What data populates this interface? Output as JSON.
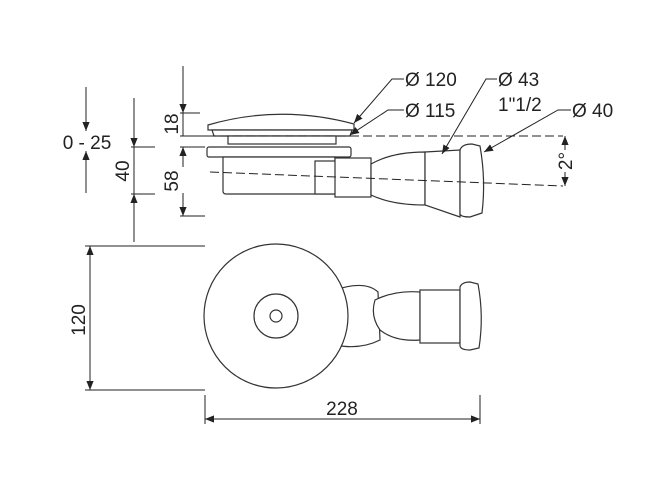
{
  "drawing": {
    "callouts": {
      "grate_diameter": "Ø 120",
      "flange_diameter": "Ø 115",
      "outlet_diameter": "Ø 43",
      "thread_size": "1\"1/2",
      "pipe_diameter": "Ø 40"
    },
    "dimensions": {
      "grate_height": "18",
      "body_height": "58",
      "height_40": "40",
      "adjustment_range": "0 - 25",
      "slope_angle": "2°",
      "top_view_diameter": "120",
      "total_length": "228"
    }
  }
}
